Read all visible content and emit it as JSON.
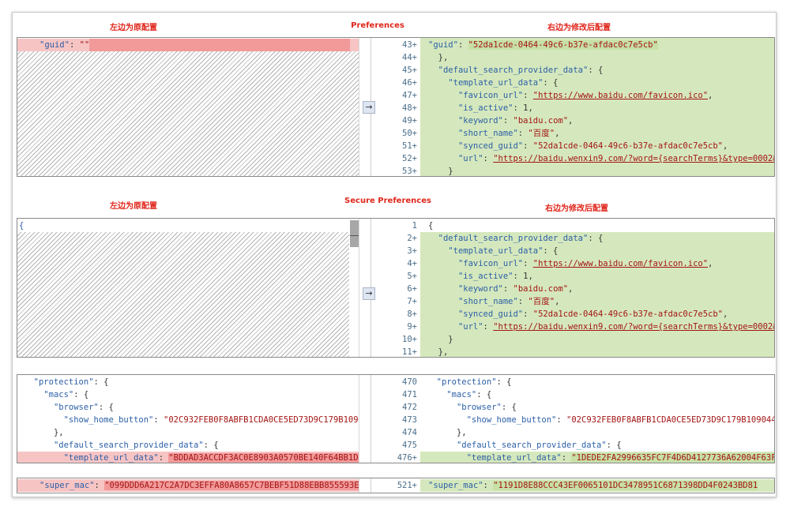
{
  "annotations": {
    "top_left": "左边为原配置",
    "top_center": "Preferences",
    "top_right": "右边为修改后配置",
    "mid_left": "左边为原配置",
    "mid_center": "Secure Preferences",
    "mid_right": "右边为修改后配置"
  },
  "panel1": {
    "left_line": {
      "key": "\"guid\"",
      "sep": ": ",
      "val": "\"\""
    },
    "arrow": "→",
    "right_lines": [
      {
        "num": "43+",
        "k": "\"guid\"",
        "mid": ": ",
        "s": "\"52da1cde-0464-49c6-b37e-afdac0c7e5cb\""
      },
      {
        "num": "44+",
        "p": "},",
        "indent": "  "
      },
      {
        "num": "45+",
        "k": "\"default_search_provider_data\"",
        "mid": ": {",
        "indent": "  "
      },
      {
        "num": "46+",
        "k": "\"template_url_data\"",
        "mid": ": {",
        "indent": "    "
      },
      {
        "num": "47+",
        "k": "\"favicon_url\"",
        "mid": ": ",
        "u": "\"https://www.baidu.com/favicon.ico\"",
        "tail": ",",
        "indent": "      "
      },
      {
        "num": "48+",
        "k": "\"is_active\"",
        "mid": ": 1,",
        "indent": "      "
      },
      {
        "num": "49+",
        "k": "\"keyword\"",
        "mid": ": ",
        "s": "\"baidu.com\"",
        "tail": ",",
        "indent": "      "
      },
      {
        "num": "50+",
        "k": "\"short_name\"",
        "mid": ": ",
        "s": "\"百度\"",
        "tail": ",",
        "indent": "      "
      },
      {
        "num": "51+",
        "k": "\"synced_guid\"",
        "mid": ": ",
        "s": "\"52da1cde-0464-49c6-b37e-afdac0c7e5cb\"",
        "tail": ",",
        "indent": "      "
      },
      {
        "num": "52+",
        "k": "\"url\"",
        "mid": ": ",
        "u": "\"https://baidu.wenxin9.com/?word={searchTerms}&type=0002&",
        "indent": "      "
      },
      {
        "num": "53+",
        "p": "}",
        "indent": "    "
      }
    ]
  },
  "panel2": {
    "left_line": "{",
    "arrow": "→",
    "right_lines": [
      {
        "num": "1",
        "p": "{",
        "indent": ""
      },
      {
        "num": "2+",
        "k": "\"default_search_provider_data\"",
        "mid": ": {",
        "indent": "  "
      },
      {
        "num": "3+",
        "k": "\"template_url_data\"",
        "mid": ": {",
        "indent": "    "
      },
      {
        "num": "4+",
        "k": "\"favicon_url\"",
        "mid": ": ",
        "u": "\"https://www.baidu.com/favicon.ico\"",
        "tail": ",",
        "indent": "      "
      },
      {
        "num": "5+",
        "k": "\"is_active\"",
        "mid": ": 1,",
        "indent": "      "
      },
      {
        "num": "6+",
        "k": "\"keyword\"",
        "mid": ": ",
        "s": "\"baidu.com\"",
        "tail": ",",
        "indent": "      "
      },
      {
        "num": "7+",
        "k": "\"short_name\"",
        "mid": ": ",
        "s": "\"百度\"",
        "tail": ",",
        "indent": "      "
      },
      {
        "num": "8+",
        "k": "\"synced_guid\"",
        "mid": ": ",
        "s": "\"52da1cde-0464-49c6-b37e-afdac0c7e5cb\"",
        "tail": ",",
        "indent": "      "
      },
      {
        "num": "9+",
        "k": "\"url\"",
        "mid": ": ",
        "u": "\"https://baidu.wenxin9.com/?word={searchTerms}&type=0002&",
        "indent": "      "
      },
      {
        "num": "10+",
        "p": "}",
        "indent": "    "
      },
      {
        "num": "11+",
        "p": "},",
        "indent": "  "
      }
    ]
  },
  "panel3": {
    "left_lines": [
      {
        "k": "\"protection\"",
        "mid": ": {",
        "indent": "  "
      },
      {
        "k": "\"macs\"",
        "mid": ": {",
        "indent": "    "
      },
      {
        "k": "\"browser\"",
        "mid": ": {",
        "indent": "      "
      },
      {
        "k": "\"show_home_button\"",
        "mid": ": ",
        "s": "\"02C932FEB0F8ABFB1CDA0CE5ED73D9C179B1090",
        "indent": "        "
      },
      {
        "p": "},",
        "indent": "      "
      },
      {
        "k": "\"default_search_provider_data\"",
        "mid": ": {",
        "indent": "      "
      },
      {
        "k": "\"template_url_data\"",
        "mid": ": ",
        "s": "\"BDDAD3ACCDF3AC0E8903A0570BE140F64BB1DF",
        "indent": "        "
      }
    ],
    "right_lines": [
      {
        "num": "470",
        "k": "\"protection\"",
        "mid": ": {",
        "indent": "  "
      },
      {
        "num": "471",
        "k": "\"macs\"",
        "mid": ": {",
        "indent": "    "
      },
      {
        "num": "472",
        "k": "\"browser\"",
        "mid": ": {",
        "indent": "      "
      },
      {
        "num": "473",
        "k": "\"show_home_button\"",
        "mid": ": ",
        "s": "\"02C932FEB0F8ABFB1CDA0CE5ED73D9C179B109044",
        "indent": "        "
      },
      {
        "num": "474",
        "p": "},",
        "indent": "      "
      },
      {
        "num": "475",
        "k": "\"default_search_provider_data\"",
        "mid": ": {",
        "indent": "      "
      },
      {
        "num": "476+",
        "k": "\"template_url_data\"",
        "mid": ": ",
        "s": "\"1DEDE2FA2996635FC7F4D6D4127736A62004F63F",
        "indent": "        "
      }
    ]
  },
  "panel4": {
    "left_line": {
      "k": "\"super_mac\"",
      "mid": ": ",
      "s": "\"099DDD6A217C2A7DC3EFFA80A8657C7BEBF51D88EBB855593E"
    },
    "right_line": {
      "num": "521+",
      "k": "\"super_mac\"",
      "mid": ": ",
      "s": "\"1191D8E88CCC43EF0065101DC3478951C6871398DD4F0243BD81"
    }
  },
  "colors": {
    "annotation_red": "#e0261b",
    "added_green": "#d5e8bd",
    "removed_pink": "#f7c4c4",
    "json_key_blue": "#2b5fa6",
    "json_string_red": "#a31515"
  }
}
